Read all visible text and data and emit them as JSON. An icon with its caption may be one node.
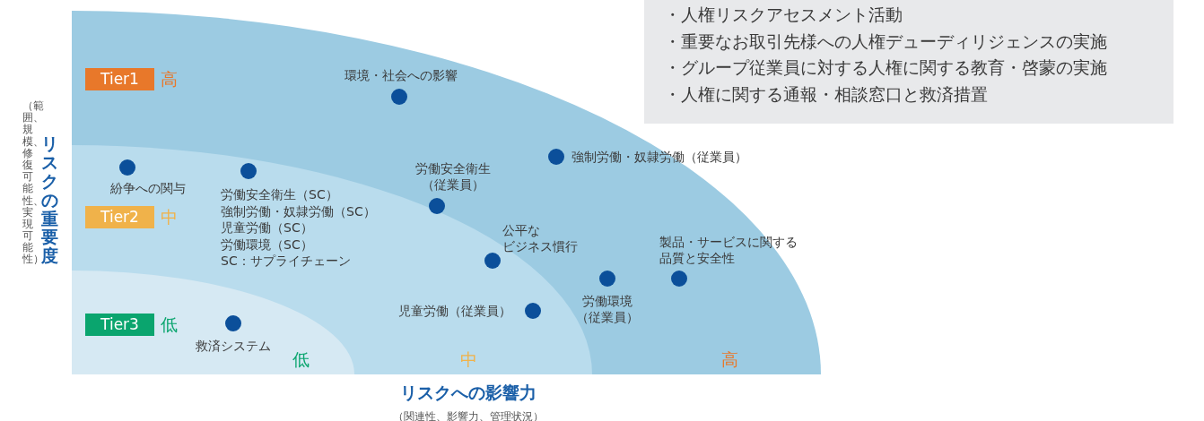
{
  "diagram": {
    "nodes": [
      {
        "text": [
          "・人権リスクアセスメント活動",
          "・重要なお取引先様への人権デューディリジェンスの実施",
          "・グループ従業員に対する人権に関する教育・啓蒙の実施",
          "・人権に関する通報・相談窓口と救済措置"
        ]
      },
      {
        "text": [
          "Tier1"
        ],
        "beside": [
          "高"
        ]
      },
      {
        "text": [],
        "shape": "circle",
        "beside": [
          "環境・社会への影響"
        ]
      },
      {
        "text": [],
        "shape": "circle",
        "beside": [
          "強制労働・奴隷労働（従業員）"
        ]
      },
      {
        "text": [],
        "shape": "circle",
        "beside": [
          "紛争への関与"
        ]
      },
      {
        "text": [],
        "shape": "circle",
        "beside": [
          "労働安全衛生（SC）",
          "強制労働・奴隷労働（SC）",
          "児童労働（SC）",
          "労働環境（SC）",
          "SC：サプライチェーン"
        ]
      },
      {
        "text": [],
        "shape": "circle",
        "beside": [
          "労働安全衛生（従業員）"
        ]
      },
      {
        "text": [
          "Tier2"
        ],
        "beside": [
          "中"
        ]
      },
      {
        "text": [],
        "shape": "circle",
        "beside": [
          "公平なビジネス慣行"
        ]
      },
      {
        "text": [],
        "shape": "circle",
        "beside": [
          "製品・サービスに関する品質と安全性"
        ]
      },
      {
        "text": [],
        "shape": "circle",
        "beside": [
          "労働環境（従業員）"
        ]
      },
      {
        "text": [],
        "shape": "circle",
        "beside": [
          "児童労働（従業員）"
        ]
      },
      {
        "text": [
          "Tier3"
        ],
        "beside": [
          "低"
        ]
      },
      {
        "text": [],
        "shape": "circle",
        "beside": [
          "救済システム"
        ]
      }
    ],
    "labels": [
      "（範囲、規模、修復可能性、実現可能性）",
      "リスクの重要度",
      "低",
      "中",
      "高",
      "リスクへの影響力",
      "（関連性、影響力、管理状況）"
    ]
  }
}
